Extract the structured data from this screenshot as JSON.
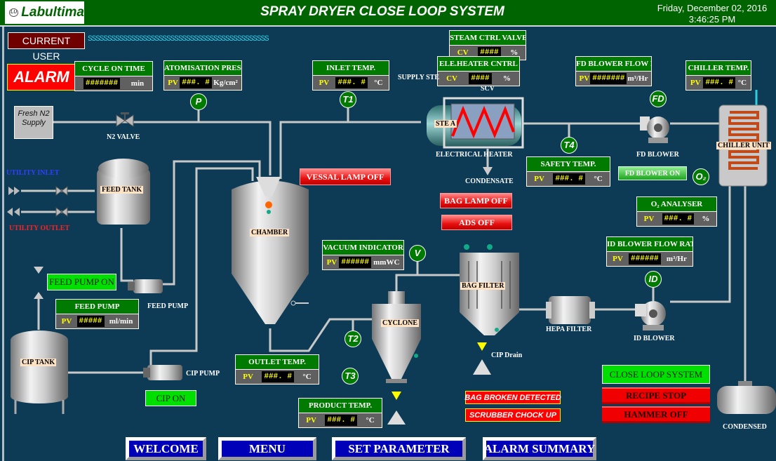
{
  "header": {
    "logo": "Labultima",
    "title": "SPRAY DRYER CLOSE LOOP SYSTEM",
    "date": "Friday, December 02, 2016",
    "time": "3:46:25 PM"
  },
  "user": {
    "label": "CURRENT USER",
    "name": "SSSSSSSSSSSSSSSSSSSSSSSSSSSSSSSSSSSSSSSSSSSSSS"
  },
  "alarm": "ALARM",
  "fresh_n2": "Fresh N2 Supply",
  "panels": [
    {
      "id": "cycle",
      "title": "CYCLE ON TIME",
      "tag": "",
      "value": "#######",
      "unit": "min"
    },
    {
      "id": "atom",
      "title": "ATOMISATION PRESS.",
      "tag": "PV",
      "value": "###. #",
      "unit": "Kg/cm²"
    },
    {
      "id": "inlet",
      "title": "INLET TEMP.",
      "tag": "PV",
      "value": "###. #",
      "unit": "°C"
    },
    {
      "id": "steam",
      "title": "STEAM CTRL VALVE",
      "tag": "CV",
      "value": "####",
      "unit": "%"
    },
    {
      "id": "heater",
      "title": "ELE.HEATER CNTRL",
      "tag": "CV",
      "value": "####",
      "unit": "%"
    },
    {
      "id": "fdflow",
      "title": "FD BLOWER FLOW RATE",
      "tag": "PV",
      "value": "#######",
      "unit": "m³/Hr"
    },
    {
      "id": "chiller",
      "title": "CHILLER TEMP.",
      "tag": "PV",
      "value": "###. #",
      "unit": "°C"
    },
    {
      "id": "safety",
      "title": "SAFETY TEMP.",
      "tag": "PV",
      "value": "###. #",
      "unit": "°C"
    },
    {
      "id": "o2",
      "title": "O₂ ANALYSER",
      "tag": "PV",
      "value": "###. #",
      "unit": "%"
    },
    {
      "id": "idflow",
      "title": "ID BLOWER FLOW RATE",
      "tag": "PV",
      "value": "######",
      "unit": "m³/Hr"
    },
    {
      "id": "vacuum",
      "title": "VACUUM INDICATOR",
      "tag": "PV",
      "value": "######",
      "unit": "mmWC"
    },
    {
      "id": "feedpump",
      "title": "FEED PUMP",
      "tag": "PV",
      "value": "#####",
      "unit": "ml/min"
    },
    {
      "id": "outlet",
      "title": "OUTLET TEMP.",
      "tag": "PV",
      "value": "###. #",
      "unit": "°C"
    },
    {
      "id": "product",
      "title": "PRODUCT TEMP.",
      "tag": "PV",
      "value": "###. #",
      "unit": "°C"
    }
  ],
  "buttons": [
    {
      "id": "feed-pump-on",
      "label": "FEED PUMP ON",
      "style": "green"
    },
    {
      "id": "cip-on",
      "label": "CIP ON",
      "style": "green"
    },
    {
      "id": "vessal-lamp-off",
      "label": "VESSAL LAMP OFF",
      "style": "red"
    },
    {
      "id": "bag-lamp-off",
      "label": "BAG LAMP OFF",
      "style": "red"
    },
    {
      "id": "ads-off",
      "label": "ADS OFF",
      "style": "red"
    },
    {
      "id": "fd-blower-on",
      "label": "FD BLOWER ON",
      "style": "fd"
    },
    {
      "id": "close-loop-system",
      "label": "CLOSE LOOP SYSTEM",
      "style": "green"
    },
    {
      "id": "recipe-stop",
      "label": "RECIPE STOP",
      "style": "redd"
    },
    {
      "id": "hammer-off",
      "label": "HAMMER OFF",
      "style": "redd"
    },
    {
      "id": "bag-broken-detected",
      "label": "BAG BROKEN DETECTED",
      "style": "alm"
    },
    {
      "id": "scrubber-chock-up",
      "label": "SCRUBBER CHOCK UP",
      "style": "alm"
    },
    {
      "id": "welcome",
      "label": "WELCOME",
      "style": "nav"
    },
    {
      "id": "menu",
      "label": "MENU",
      "style": "nav"
    },
    {
      "id": "set-parameter",
      "label": "SET PARAMETER",
      "style": "nav"
    },
    {
      "id": "alarm-summary",
      "label": "ALARM SUMMARY",
      "style": "nav"
    }
  ],
  "indicators": [
    {
      "id": "p",
      "label": "P"
    },
    {
      "id": "t1",
      "label": "T1"
    },
    {
      "id": "t4",
      "label": "T4"
    },
    {
      "id": "fd",
      "label": "FD"
    },
    {
      "id": "o2",
      "label": "O₂"
    },
    {
      "id": "v",
      "label": "V"
    },
    {
      "id": "id",
      "label": "ID"
    },
    {
      "id": "t2",
      "label": "T2"
    },
    {
      "id": "t3",
      "label": "T3"
    }
  ],
  "labels": [
    {
      "id": "n2-valve",
      "text": "N2 VALVE",
      "color": "#ffffff"
    },
    {
      "id": "utility-inlet",
      "text": "UTILITY INLET",
      "color": "#3040ff"
    },
    {
      "id": "utility-outlet",
      "text": "UTILITY OUTLET",
      "color": "#ff2020"
    },
    {
      "id": "supply-steam",
      "text": "SUPPLY STE",
      "color": "#ffffff"
    },
    {
      "id": "scv",
      "text": "SCV",
      "color": "#ffffff"
    },
    {
      "id": "electrical-heater",
      "text": "ELECTRICAL HEATER",
      "color": "#ffffff"
    },
    {
      "id": "condensate",
      "text": "CONDENSATE",
      "color": "#ffffff"
    },
    {
      "id": "fd-blower",
      "text": "FD BLOWER",
      "color": "#ffffff"
    },
    {
      "id": "feed-pump",
      "text": "FEED PUMP",
      "color": "#ffffff"
    },
    {
      "id": "cip-pump",
      "text": "CIP PUMP",
      "color": "#ffffff"
    },
    {
      "id": "hepa-filter",
      "text": "HEPA FILTER",
      "color": "#ffffff"
    },
    {
      "id": "id-blower",
      "text": "ID BLOWER",
      "color": "#ffffff"
    },
    {
      "id": "cip-drain",
      "text": "CIP Drain",
      "color": "#ffffff"
    },
    {
      "id": "condensed",
      "text": "CONDENSED",
      "color": "#ffffff"
    }
  ],
  "equipment_tags": [
    {
      "id": "feed-tank",
      "text": "FEED TANK"
    },
    {
      "id": "chamber",
      "text": "CHAMBER"
    },
    {
      "id": "cyclone",
      "text": "CYCLONE"
    },
    {
      "id": "bag-filter",
      "text": "BAG FILTER"
    },
    {
      "id": "cip-tank",
      "text": "CIP TANK"
    },
    {
      "id": "chiller-unit",
      "text": "CHILLER UNIT"
    },
    {
      "id": "steam",
      "text": "STE A"
    }
  ],
  "colors": {
    "background": "#0d3a55",
    "header": "#006400",
    "panel_header": "#007a00",
    "alarm": "#ff0000",
    "pipe": "#c8c8c8"
  }
}
